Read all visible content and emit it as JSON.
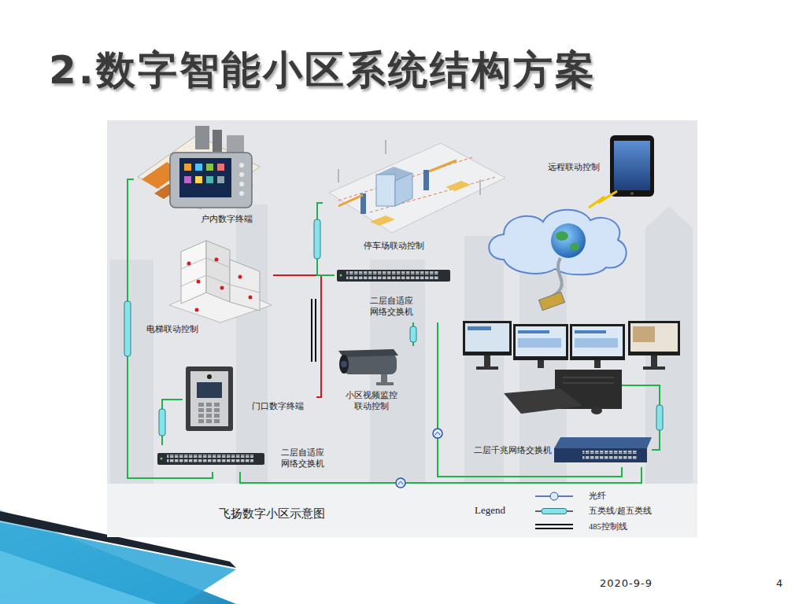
{
  "diagram": {
    "title": "2.数字智能小区系统结构方案",
    "caption": "飞扬数字小区示意图",
    "nodes": [
      {
        "text": [
          "户内数字终端"
        ]
      },
      {
        "text": [
          "停车场联动控制"
        ]
      },
      {
        "text": [
          "远程联动控制"
        ]
      },
      {
        "text": [
          "二层自适应网络交换机"
        ]
      },
      {
        "text": [
          "电梯联动控制"
        ]
      },
      {
        "text": [
          "小区视频监控联动控制"
        ]
      },
      {
        "text": [
          "门口数字终端"
        ]
      },
      {
        "text": [
          "二层自适应网络交换机"
        ]
      },
      {
        "text": [
          "二层千兆网络交换机"
        ]
      }
    ],
    "edges": [
      {
        "from": 0,
        "to": 7,
        "arrow": "none"
      },
      {
        "from": 6,
        "to": 7,
        "arrow": "none"
      },
      {
        "from": 4,
        "to": 6,
        "arrow": "none"
      },
      {
        "from": 1,
        "to": 3,
        "arrow": "none"
      },
      {
        "from": 3,
        "to": 5,
        "arrow": "none"
      },
      {
        "from": 3,
        "to": 8,
        "arrow": "none"
      },
      {
        "from": 7,
        "to": 8,
        "arrow": "none"
      }
    ],
    "labels": [
      "Legend",
      "2020-9-9",
      "4"
    ],
    "legend": [
      {
        "text": "光纤"
      },
      {
        "text": "五类线/超五类线"
      },
      {
        "text": "485控制线"
      }
    ]
  }
}
